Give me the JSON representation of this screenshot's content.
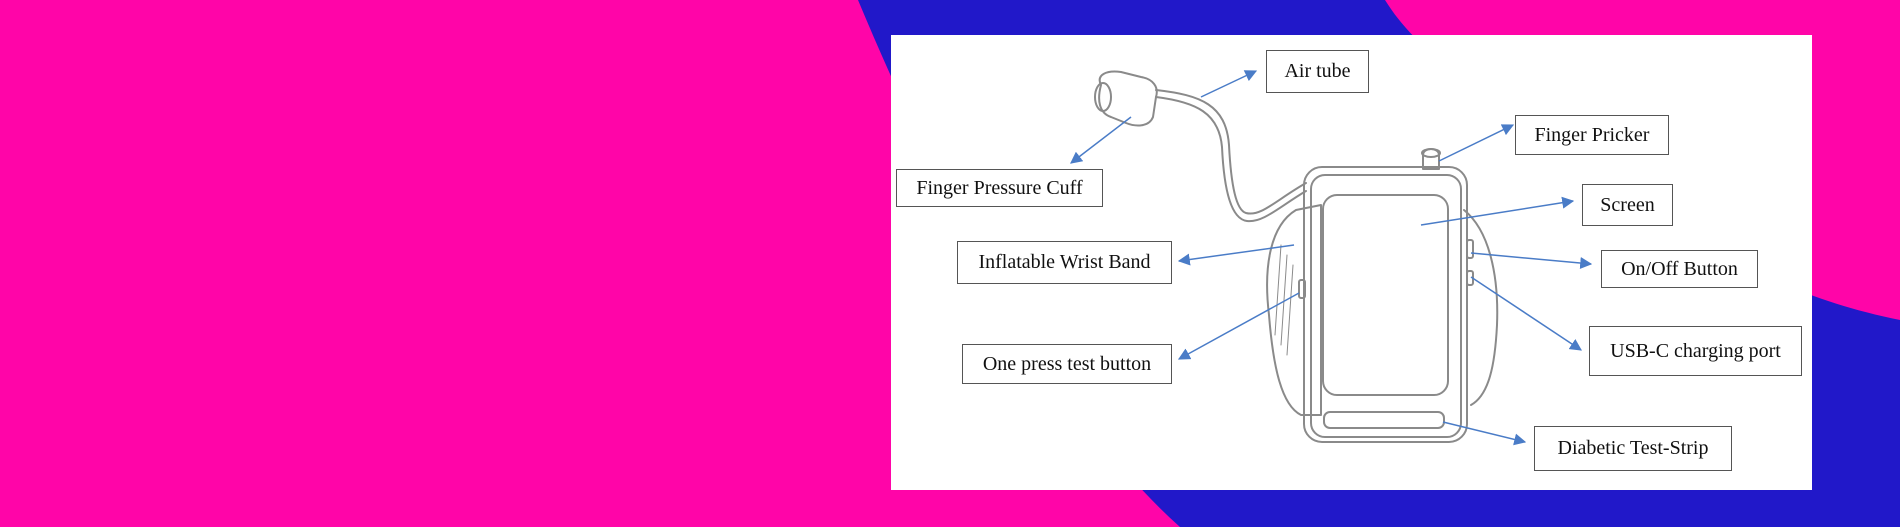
{
  "colors": {
    "background": "#ff05a8",
    "accent_shape": "#2118c9",
    "panel": "#ffffff",
    "callout_arrow": "#4a7cc7",
    "device_sketch": "#8a8a8a"
  },
  "diagram": {
    "labels": {
      "air_tube": "Air tube",
      "finger_pricker": "Finger Pricker",
      "finger_pressure_cuff": "Finger Pressure Cuff",
      "screen": "Screen",
      "inflatable_wrist_band": "Inflatable Wrist Band",
      "on_off_button": "On/Off Button",
      "one_press_test_button": "One press test button",
      "usb_c_charging_port": "USB-C charging port",
      "diabetic_test_strip": "Diabetic Test-Strip"
    }
  }
}
